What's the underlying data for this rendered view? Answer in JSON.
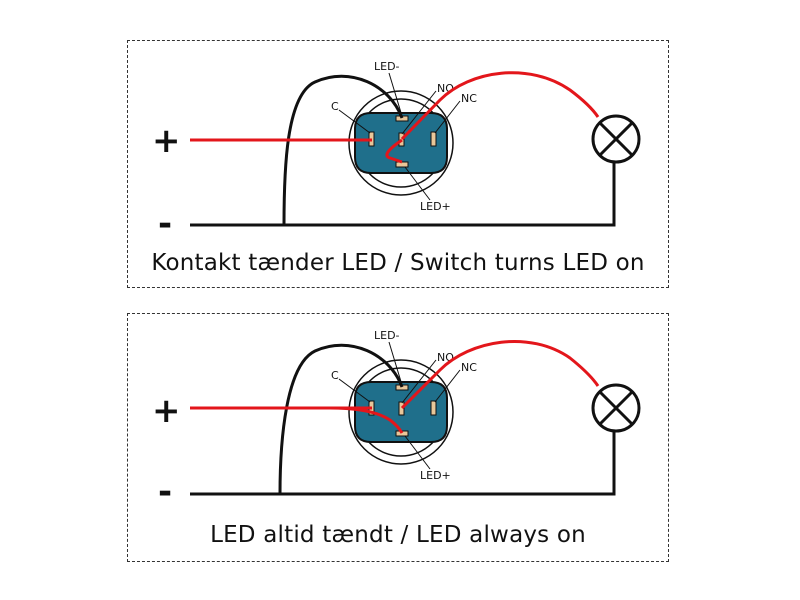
{
  "diagrams": [
    {
      "caption": "Kontakt tænder LED / Switch turns LED on",
      "plus": "+",
      "minus": "-",
      "pins": {
        "led_minus": "LED-",
        "no": "NO",
        "nc": "NC",
        "c": "C",
        "led_plus": "LED+"
      }
    },
    {
      "caption": "LED altid tændt / LED always on",
      "plus": "+",
      "minus": "-",
      "pins": {
        "led_minus": "LED-",
        "no": "NO",
        "nc": "NC",
        "c": "C",
        "led_plus": "LED+"
      }
    }
  ],
  "colors": {
    "wire_positive": "#e3161b",
    "wire_ground": "#111111",
    "switch_body": "#1f6f8b",
    "pin": "#e8c79a"
  }
}
